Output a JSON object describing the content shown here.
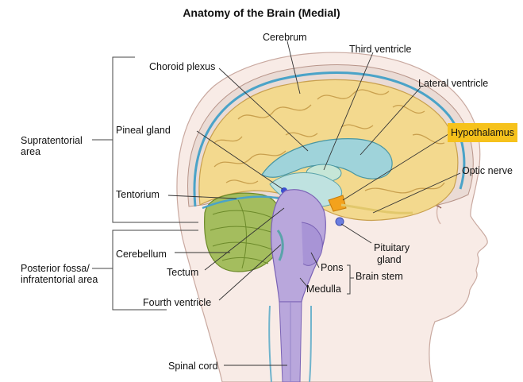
{
  "title": "Anatomy of the Brain (Medial)",
  "labels": {
    "cerebrum": "Cerebrum",
    "choroid_plexus": "Choroid plexus",
    "third_ventricle": "Third ventricle",
    "lateral_ventricle": "Lateral ventricle",
    "pineal_gland": "Pineal gland",
    "hypothalamus": "Hypothalamus",
    "optic_nerve": "Optic nerve",
    "tentorium": "Tentorium",
    "pituitary_gland_1": "Pituitary",
    "pituitary_gland_2": "gland",
    "cerebellum": "Cerebellum",
    "pons": "Pons",
    "brain_stem": "Brain stem",
    "tectum": "Tectum",
    "medulla": "Medulla",
    "fourth_ventricle": "Fourth ventricle",
    "spinal_cord": "Spinal cord",
    "supratentorial_1": "Supratentorial",
    "supratentorial_2": "area",
    "posterior_fossa_1": "Posterior fossa/",
    "posterior_fossa_2": "infratentorial area"
  },
  "colors": {
    "highlight": "#f6c21c",
    "cerebrum": "#f3d98e",
    "cerebellum": "#a4bd5e",
    "brainstem": "#b9a7dc",
    "ventricle": "#9fd3da",
    "skin": "#f7e6e0",
    "dura": "#4aa3c8"
  }
}
